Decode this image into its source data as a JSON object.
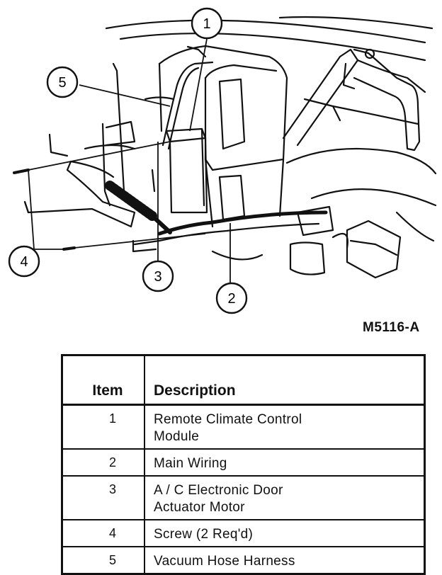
{
  "callouts": [
    "1",
    "2",
    "3",
    "4",
    "5"
  ],
  "figure_code": "M5116-A",
  "table": {
    "headers": {
      "item": "Item",
      "description": "Description"
    },
    "rows": [
      {
        "item": "1",
        "description": "Remote Climate Control Module"
      },
      {
        "item": "2",
        "description": "Main Wiring"
      },
      {
        "item": "3",
        "description": "A / C Electronic Door Actuator Motor"
      },
      {
        "item": "4",
        "description": "Screw (2 Req'd)"
      },
      {
        "item": "5",
        "description": "Vacuum Hose Harness"
      }
    ]
  }
}
